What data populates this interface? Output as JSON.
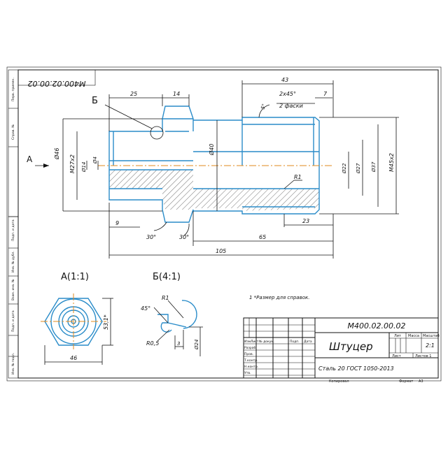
{
  "drawing": {
    "number": "М400.02.00.02",
    "number_rotated": "М400.02.00.02",
    "title": "Штуцер",
    "material": "Сталь 20 ГОСТ 1050-2013",
    "note": "1 *Размер для справок.",
    "mass_header": "Масса",
    "scale_header": "Масштаб",
    "lit_header": "Лит",
    "scale_value": "2:1",
    "sheet_label": "Лист",
    "sheets_label": "Листов 1",
    "copied": "Копировал",
    "format_label": "Формат",
    "format_value": "А3",
    "row_labels": [
      "Изм",
      "Лист",
      "№ докум.",
      "Подп.",
      "Дата"
    ],
    "role_labels": [
      "Разраб.",
      "Пров.",
      "Т.контр.",
      "Н.контр.",
      "Утв."
    ],
    "left_strip": [
      "Перв. примен.",
      "Справ. №",
      "Подп. и дата",
      "Инв. № дубл.",
      "Взам. инв. №",
      "Подп. и дата",
      "Инв. № подл."
    ]
  },
  "views": {
    "main_arrow": "А",
    "detail_marker": "Б",
    "view_a_title": "А(1:1)",
    "view_b_title": "Б(4:1)"
  },
  "dimensions": {
    "d25": "25",
    "d14": "14",
    "d43": "43",
    "d2x45": "2х45°",
    "d2faski": "2 фаски",
    "d7": "7",
    "d5": "5°",
    "phi46": "Ø46",
    "m27": "М27х2",
    "phi14": "Ø14",
    "phi4": "Ø4",
    "phi40": "Ø40",
    "phi22": "Ø22",
    "phi27": "Ø27",
    "phi37": "Ø37",
    "m45": "М45х2",
    "r1": "R1",
    "d9": "9",
    "d23": "23",
    "d30a": "30°",
    "d30b": "30°",
    "d65": "65",
    "d105": "105",
    "d53": "53,1*",
    "d46": "46",
    "b45": "45°",
    "br1": "R1",
    "br05": "R0,5",
    "b3": "3",
    "bphi24": "Ø24"
  }
}
